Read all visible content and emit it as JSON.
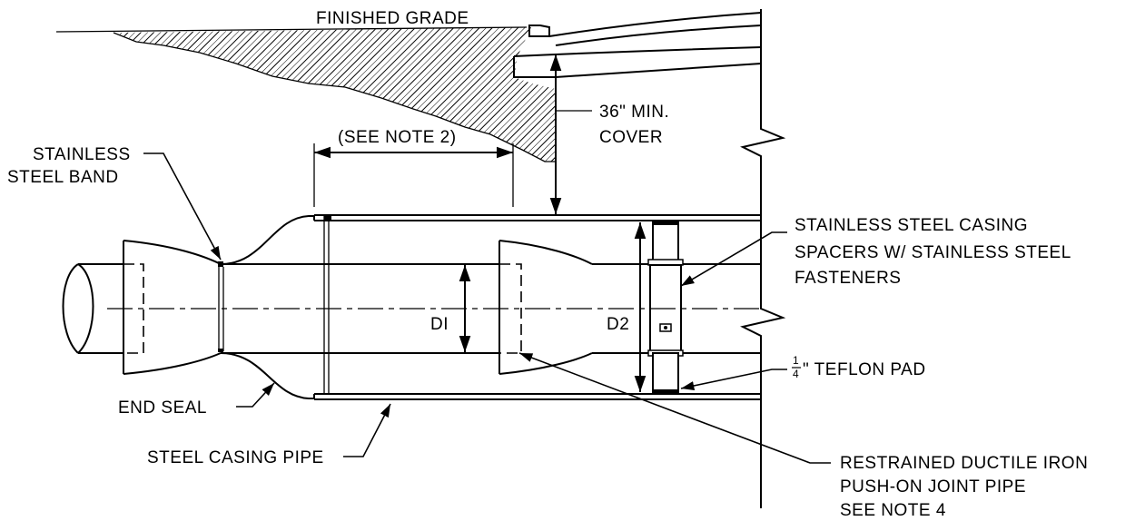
{
  "labels": {
    "finished_grade": "FINISHED GRADE",
    "min_cover_line1": "36\" MIN.",
    "min_cover_line2": "COVER",
    "see_note_2": "(SEE NOTE 2)",
    "stainless_band_line1": "STAINLESS",
    "stainless_band_line2": "STEEL BAND",
    "casing_spacers_line1": "STAINLESS STEEL CASING",
    "casing_spacers_line2": "SPACERS W/ STAINLESS STEEL",
    "casing_spacers_line3": "FASTENERS",
    "d1": "DI",
    "d2": "D2",
    "teflon_fraction_num": "1",
    "teflon_fraction_den": "4",
    "teflon_pad": "\" TEFLON PAD",
    "end_seal": "END SEAL",
    "steel_casing_pipe": "STEEL CASING PIPE",
    "restrained_line1": "RESTRAINED DUCTILE IRON",
    "restrained_line2": "PUSH-ON JOINT PIPE",
    "restrained_line3": "SEE NOTE 4"
  }
}
